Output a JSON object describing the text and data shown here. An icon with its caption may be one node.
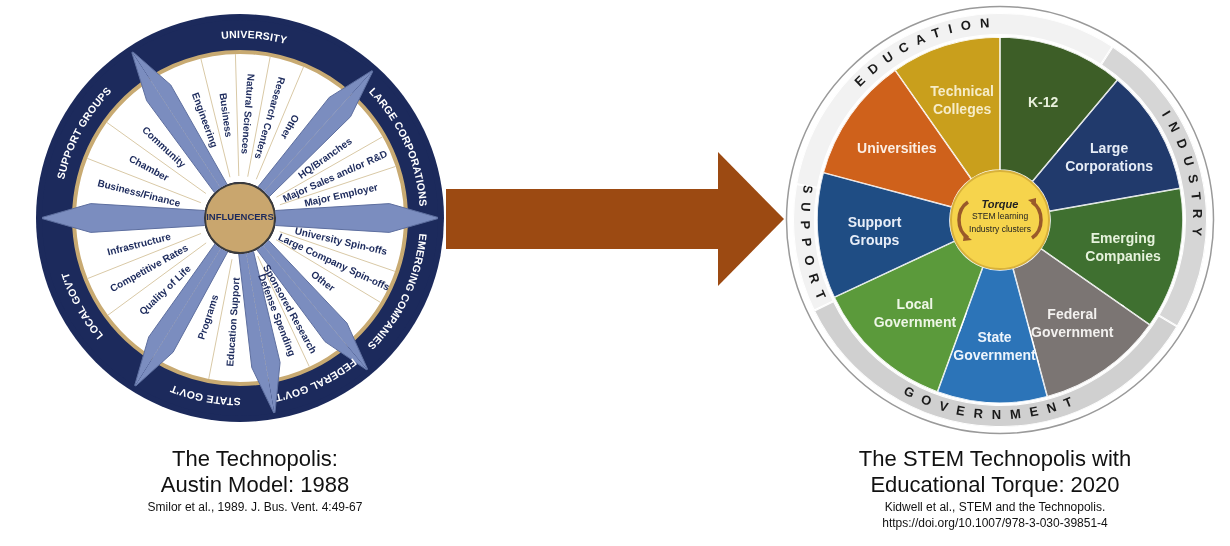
{
  "diagram": {
    "nodes": [
      {
        "text": [],
        "shape": "circle",
        "beside": [
          "The Technopolis: Austin Model: 1988",
          "Smilor et al., 1989. J. Bus. Vent. 4:49-67"
        ]
      },
      {
        "text": [
          "UNIVERSITY",
          "Engineering",
          "Business",
          "Natural Sciences",
          "Research Centers",
          "Other"
        ],
        "in": 0
      },
      {
        "text": [
          "LARGE CORPORATIONS",
          "HQ/Branches",
          "Major Sales and/or R&D",
          "Major Employer"
        ],
        "in": 0
      },
      {
        "text": [
          "EMERGING COMPANIES",
          "University Spin-offs",
          "Large Company Spin-offs",
          "Other"
        ],
        "in": 0
      },
      {
        "text": [
          "FEDERAL GOV'T",
          "Sponsored Research",
          "Defense Spending"
        ],
        "in": 0
      },
      {
        "text": [
          "STATE GOV'T",
          "Education Support",
          "Programs"
        ],
        "in": 0
      },
      {
        "text": [
          "LOCAL GOV'T",
          "Quality of Life",
          "Competitive Rates",
          "Infrastructure"
        ],
        "in": 0
      },
      {
        "text": [
          "SUPPORT GROUPS",
          "Business/Finance",
          "Chamber",
          "Community"
        ],
        "in": 0
      },
      {
        "text": [
          "INFLUENCERS"
        ],
        "in": 0
      },
      {
        "text": [],
        "shape": "circle",
        "beside": [
          "The STEM Technopolis with Educational Torque: 2020",
          "Kidwell et al., STEM and the Technopolis.",
          "https://doi.org/10.1007/978-3-030-39851-4"
        ]
      },
      {
        "text": [
          "EDUCATION"
        ],
        "in": 9
      },
      {
        "text": [
          "INDUSTRY"
        ],
        "in": 9
      },
      {
        "text": [
          "GOVERNMENT"
        ],
        "in": 9
      },
      {
        "text": [
          "SUPPORT"
        ],
        "in": 9
      },
      {
        "text": [
          "Technical Colleges"
        ],
        "in": 9
      },
      {
        "text": [
          "K-12"
        ],
        "in": 9
      },
      {
        "text": [
          "Large Corporations"
        ],
        "in": 9
      },
      {
        "text": [
          "Emerging Companies"
        ],
        "in": 9
      },
      {
        "text": [
          "Federal Government"
        ],
        "in": 9
      },
      {
        "text": [
          "State Government"
        ],
        "in": 9
      },
      {
        "text": [
          "Local Government"
        ],
        "in": 9
      },
      {
        "text": [
          "Support Groups"
        ],
        "in": 9
      },
      {
        "text": [
          "Universities"
        ],
        "in": 9
      },
      {
        "text": [
          "Torque",
          "STEM learning",
          "Industry clusters"
        ],
        "in": 9
      }
    ],
    "edges": [
      {
        "from": 0,
        "to": 9,
        "arrow": "to"
      }
    ]
  }
}
